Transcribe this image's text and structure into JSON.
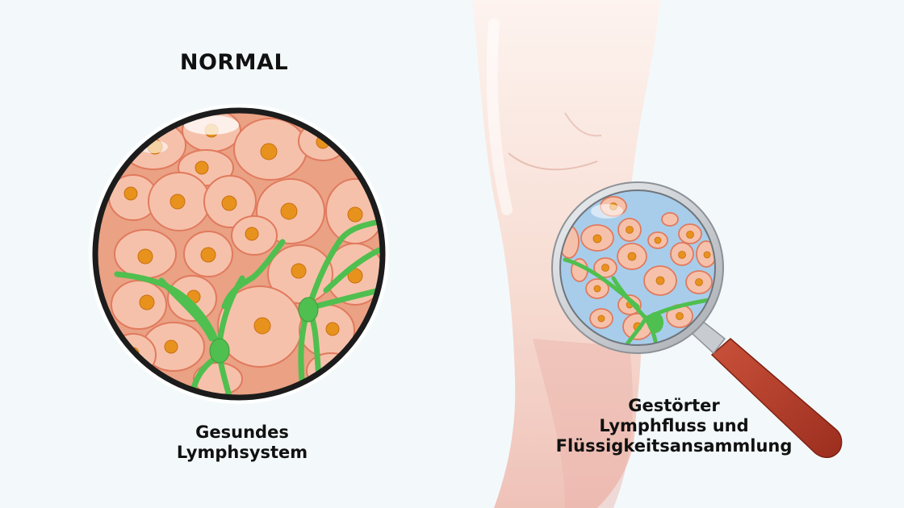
{
  "labels": {
    "normal_title": "NORMAL",
    "healthy_caption": [
      "Gesundes",
      "Lymphsystem"
    ],
    "disturbed_caption": [
      "Gestörter",
      "Lymphfluss und",
      "Flüssigkeitsansammlung"
    ]
  },
  "colors": {
    "background": "#f3f9fb",
    "tissue": "#eaa184",
    "cell": "#f6c1aa",
    "nucleus": "#e8921e",
    "lymph_vessel": "#4fbf4f",
    "fluid": "#a8cdea",
    "handle": "#b33a26",
    "skin": "#f6d6cc"
  }
}
